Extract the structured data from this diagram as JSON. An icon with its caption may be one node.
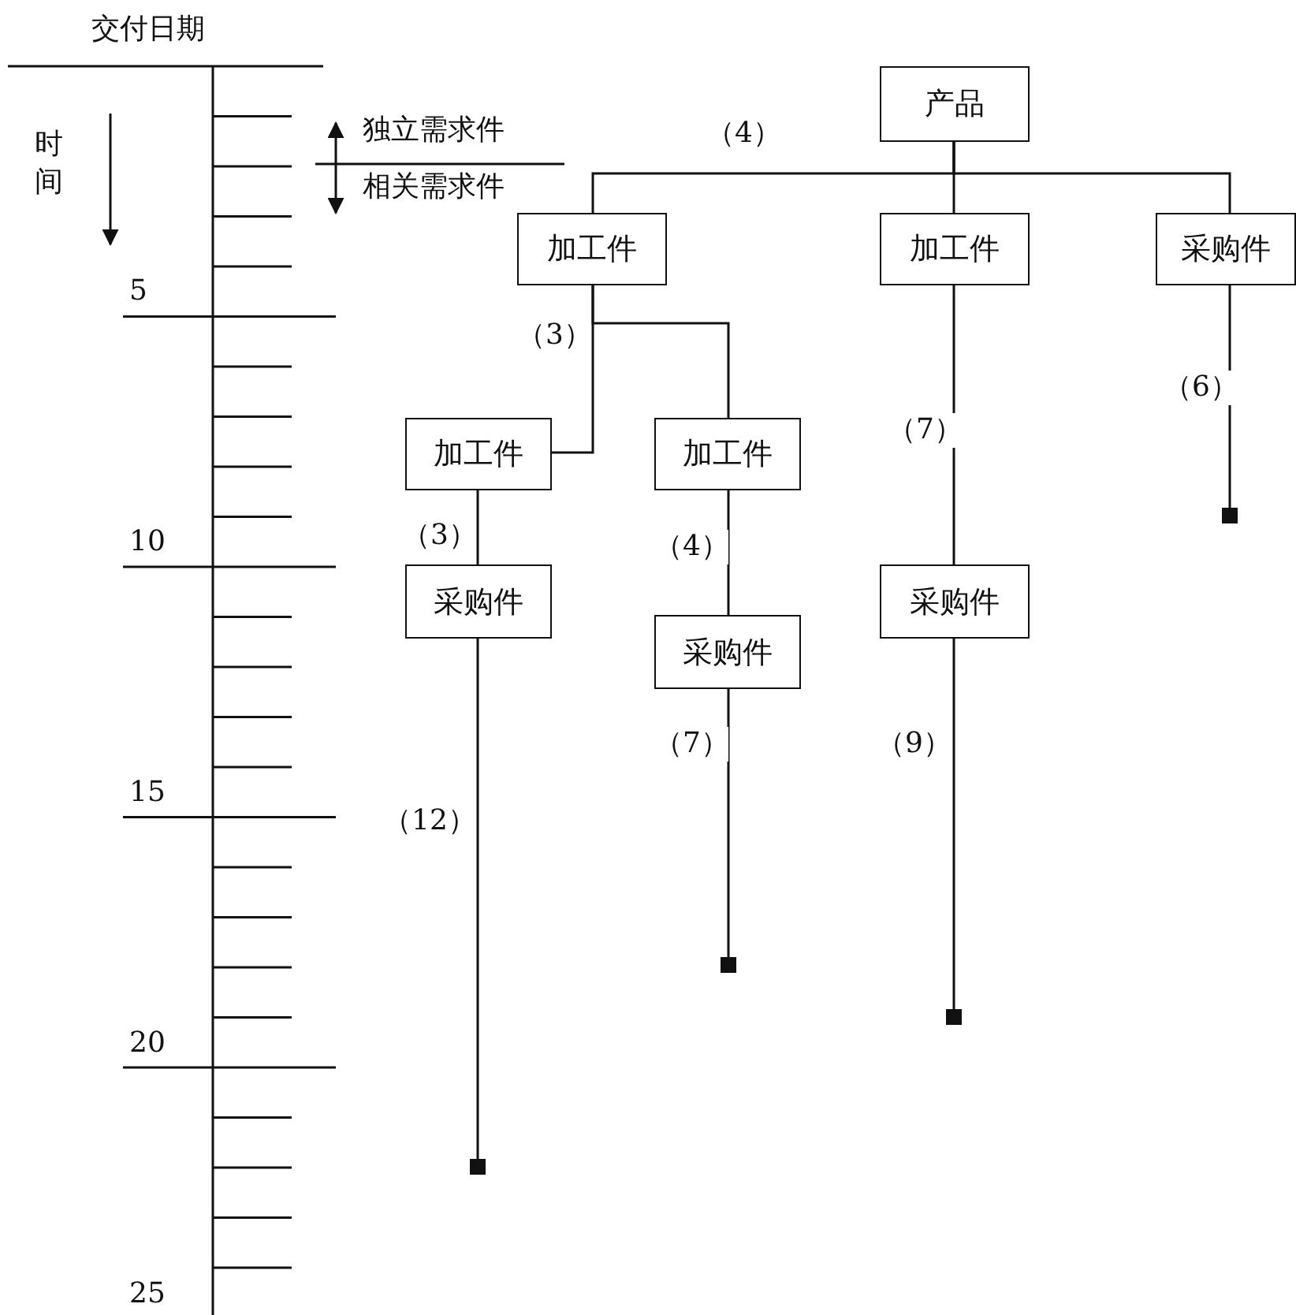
{
  "diagram": {
    "nodes": [
      {
        "text": [
          "产品"
        ]
      },
      {
        "text": [
          "加工件"
        ],
        "beside": [
          "（3）"
        ]
      },
      {
        "text": [
          "加工件"
        ]
      },
      {
        "text": [
          "采购件"
        ]
      },
      {
        "text": [
          "加工件"
        ]
      },
      {
        "text": [
          "加工件"
        ]
      },
      {
        "text": [
          "采购件"
        ]
      },
      {
        "text": [
          "采购件"
        ]
      },
      {
        "text": [
          "采购件"
        ]
      },
      {
        "text": [],
        "shape": "box"
      },
      {
        "text": [],
        "shape": "box"
      },
      {
        "text": [],
        "shape": "box"
      },
      {
        "text": [],
        "shape": "box"
      }
    ],
    "edges": [
      {
        "from": 0,
        "to": 1,
        "arrow": "none"
      },
      {
        "from": 0,
        "to": 2,
        "arrow": "none"
      },
      {
        "from": 0,
        "to": 3,
        "arrow": "none"
      },
      {
        "from": 1,
        "to": 4,
        "arrow": "none"
      },
      {
        "from": 1,
        "to": 5,
        "arrow": "none"
      },
      {
        "from": 2,
        "to": 7,
        "arrow": "none",
        "label": "（7）"
      },
      {
        "from": 3,
        "to": 9,
        "arrow": "none",
        "label": "（6）"
      },
      {
        "from": 4,
        "to": 6,
        "arrow": "none",
        "label": "（3）"
      },
      {
        "from": 5,
        "to": 8,
        "arrow": "none",
        "label": "（4）"
      },
      {
        "from": 6,
        "to": 12,
        "arrow": "none",
        "label": "（12）"
      },
      {
        "from": 8,
        "to": 10,
        "arrow": "none",
        "label": "（7）"
      },
      {
        "from": 7,
        "to": 11,
        "arrow": "none",
        "label": "（9）"
      }
    ],
    "labels": [
      "交付日期",
      "时间",
      "独立需求件",
      "相关需求件",
      "（4）",
      "5",
      "10",
      "15",
      "20",
      "25"
    ]
  }
}
